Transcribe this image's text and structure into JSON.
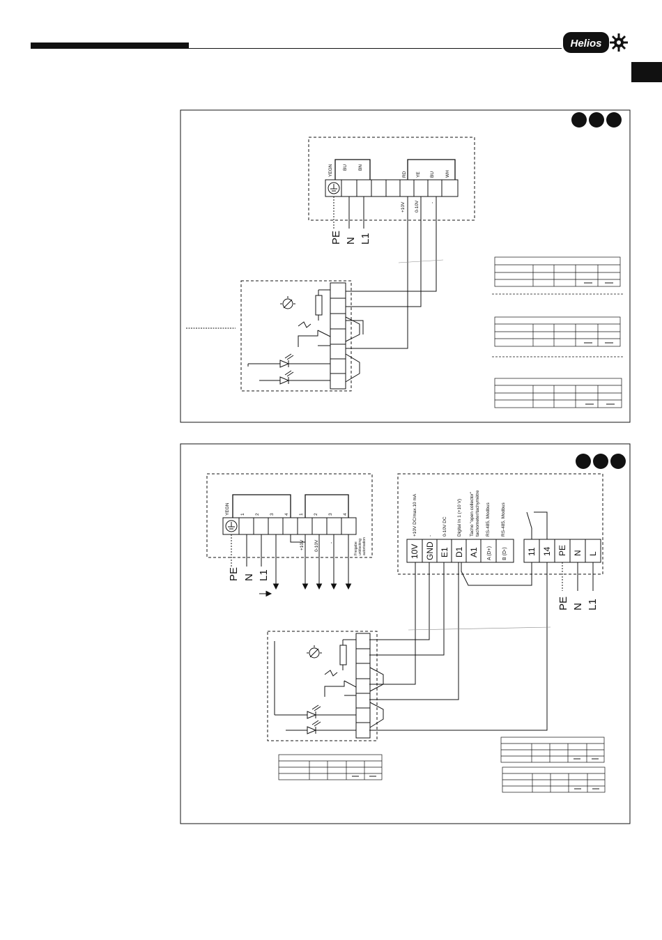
{
  "header": {
    "brand": "Helios"
  },
  "diagram1": {
    "top_wires": [
      "YEGN",
      "BU",
      "BN",
      "RD",
      "YE",
      "BU",
      "WH"
    ],
    "bottom_signals": [
      "+10V",
      "0-10V",
      "-"
    ],
    "mains": [
      "PE",
      "N",
      "L1"
    ]
  },
  "diagram2": {
    "left_numbers_a": [
      "1",
      "2",
      "3",
      "4"
    ],
    "left_numbers_b": [
      "1",
      "2",
      "3",
      "4"
    ],
    "left_yegn": "YEGN",
    "left_signals": [
      "+10V",
      "0-10V",
      "-"
    ],
    "left_release": [
      "Freigabe",
      "unblocking",
      "autorisation"
    ],
    "left_mains": [
      "PE",
      "N",
      "L1"
    ],
    "right_descriptions": [
      "+10V DC/max.10 mA",
      "-",
      "0-10V DC",
      "Digital In 1 (+10 V)",
      "Tacho \"open collector\"",
      "tachometer/tachymètre",
      "RS-485, Modbus",
      "RS-485, Modbus"
    ],
    "right_terminals": [
      "10V",
      "GND",
      "E1",
      "D1",
      "A1",
      "A (D+)",
      "B (D-)",
      "11",
      "14",
      "PE",
      "N",
      "L"
    ],
    "right_mains": [
      "PE",
      "N",
      "L1"
    ]
  }
}
